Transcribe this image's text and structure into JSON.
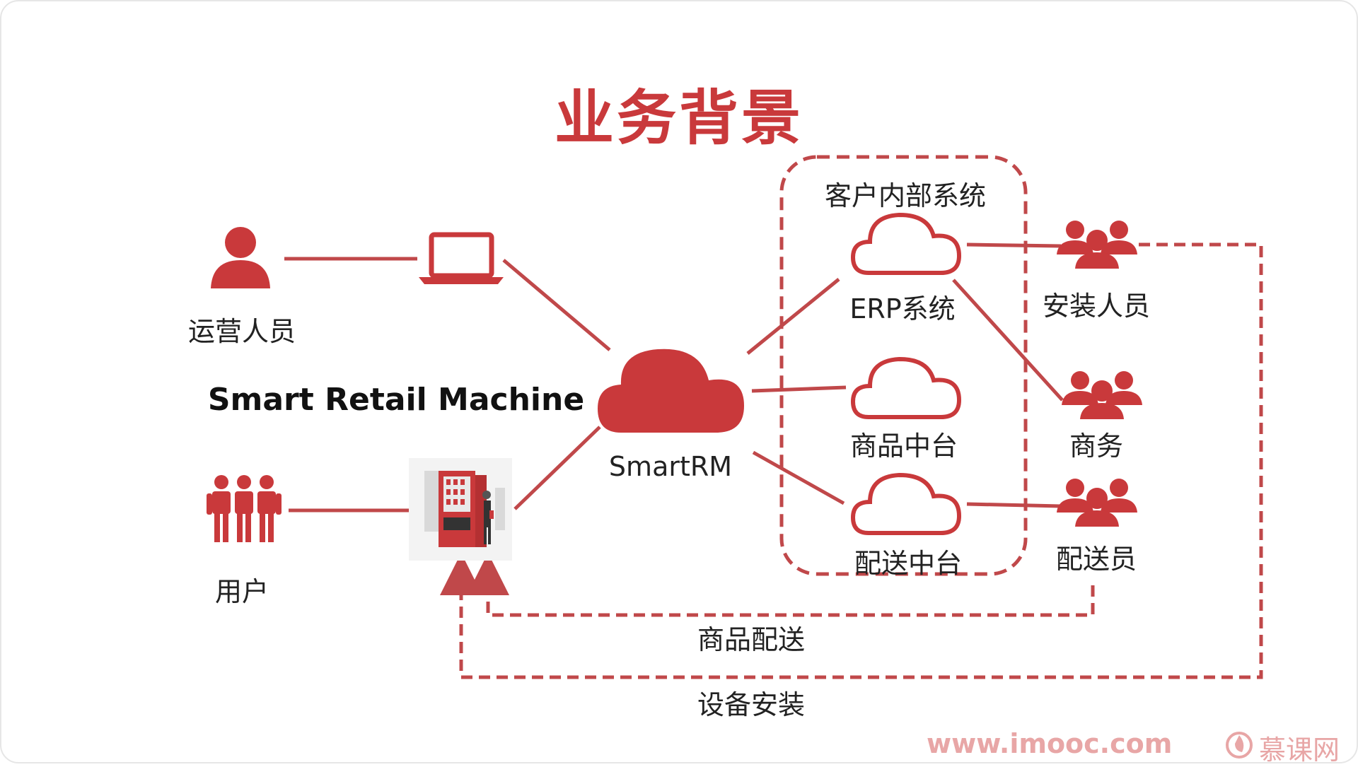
{
  "title": "业务背景",
  "subtitle": "Smart Retail Machine",
  "center_node": "SmartRM",
  "system_group": {
    "title": "客户内部系统",
    "systems": [
      "ERP系统",
      "商品中台",
      "配送中台"
    ]
  },
  "actors_left": {
    "operator": "运营人员",
    "user": "用户"
  },
  "actors_right": {
    "installer": "安装人员",
    "business": "商务",
    "courier": "配送员"
  },
  "flows": {
    "goods_delivery": "商品配送",
    "device_install": "设备安装"
  },
  "watermark": {
    "url": "www.imooc.com",
    "brand": "慕课网"
  },
  "colors": {
    "accent": "#c9393b",
    "line": "#c0484a",
    "text": "#222222"
  }
}
